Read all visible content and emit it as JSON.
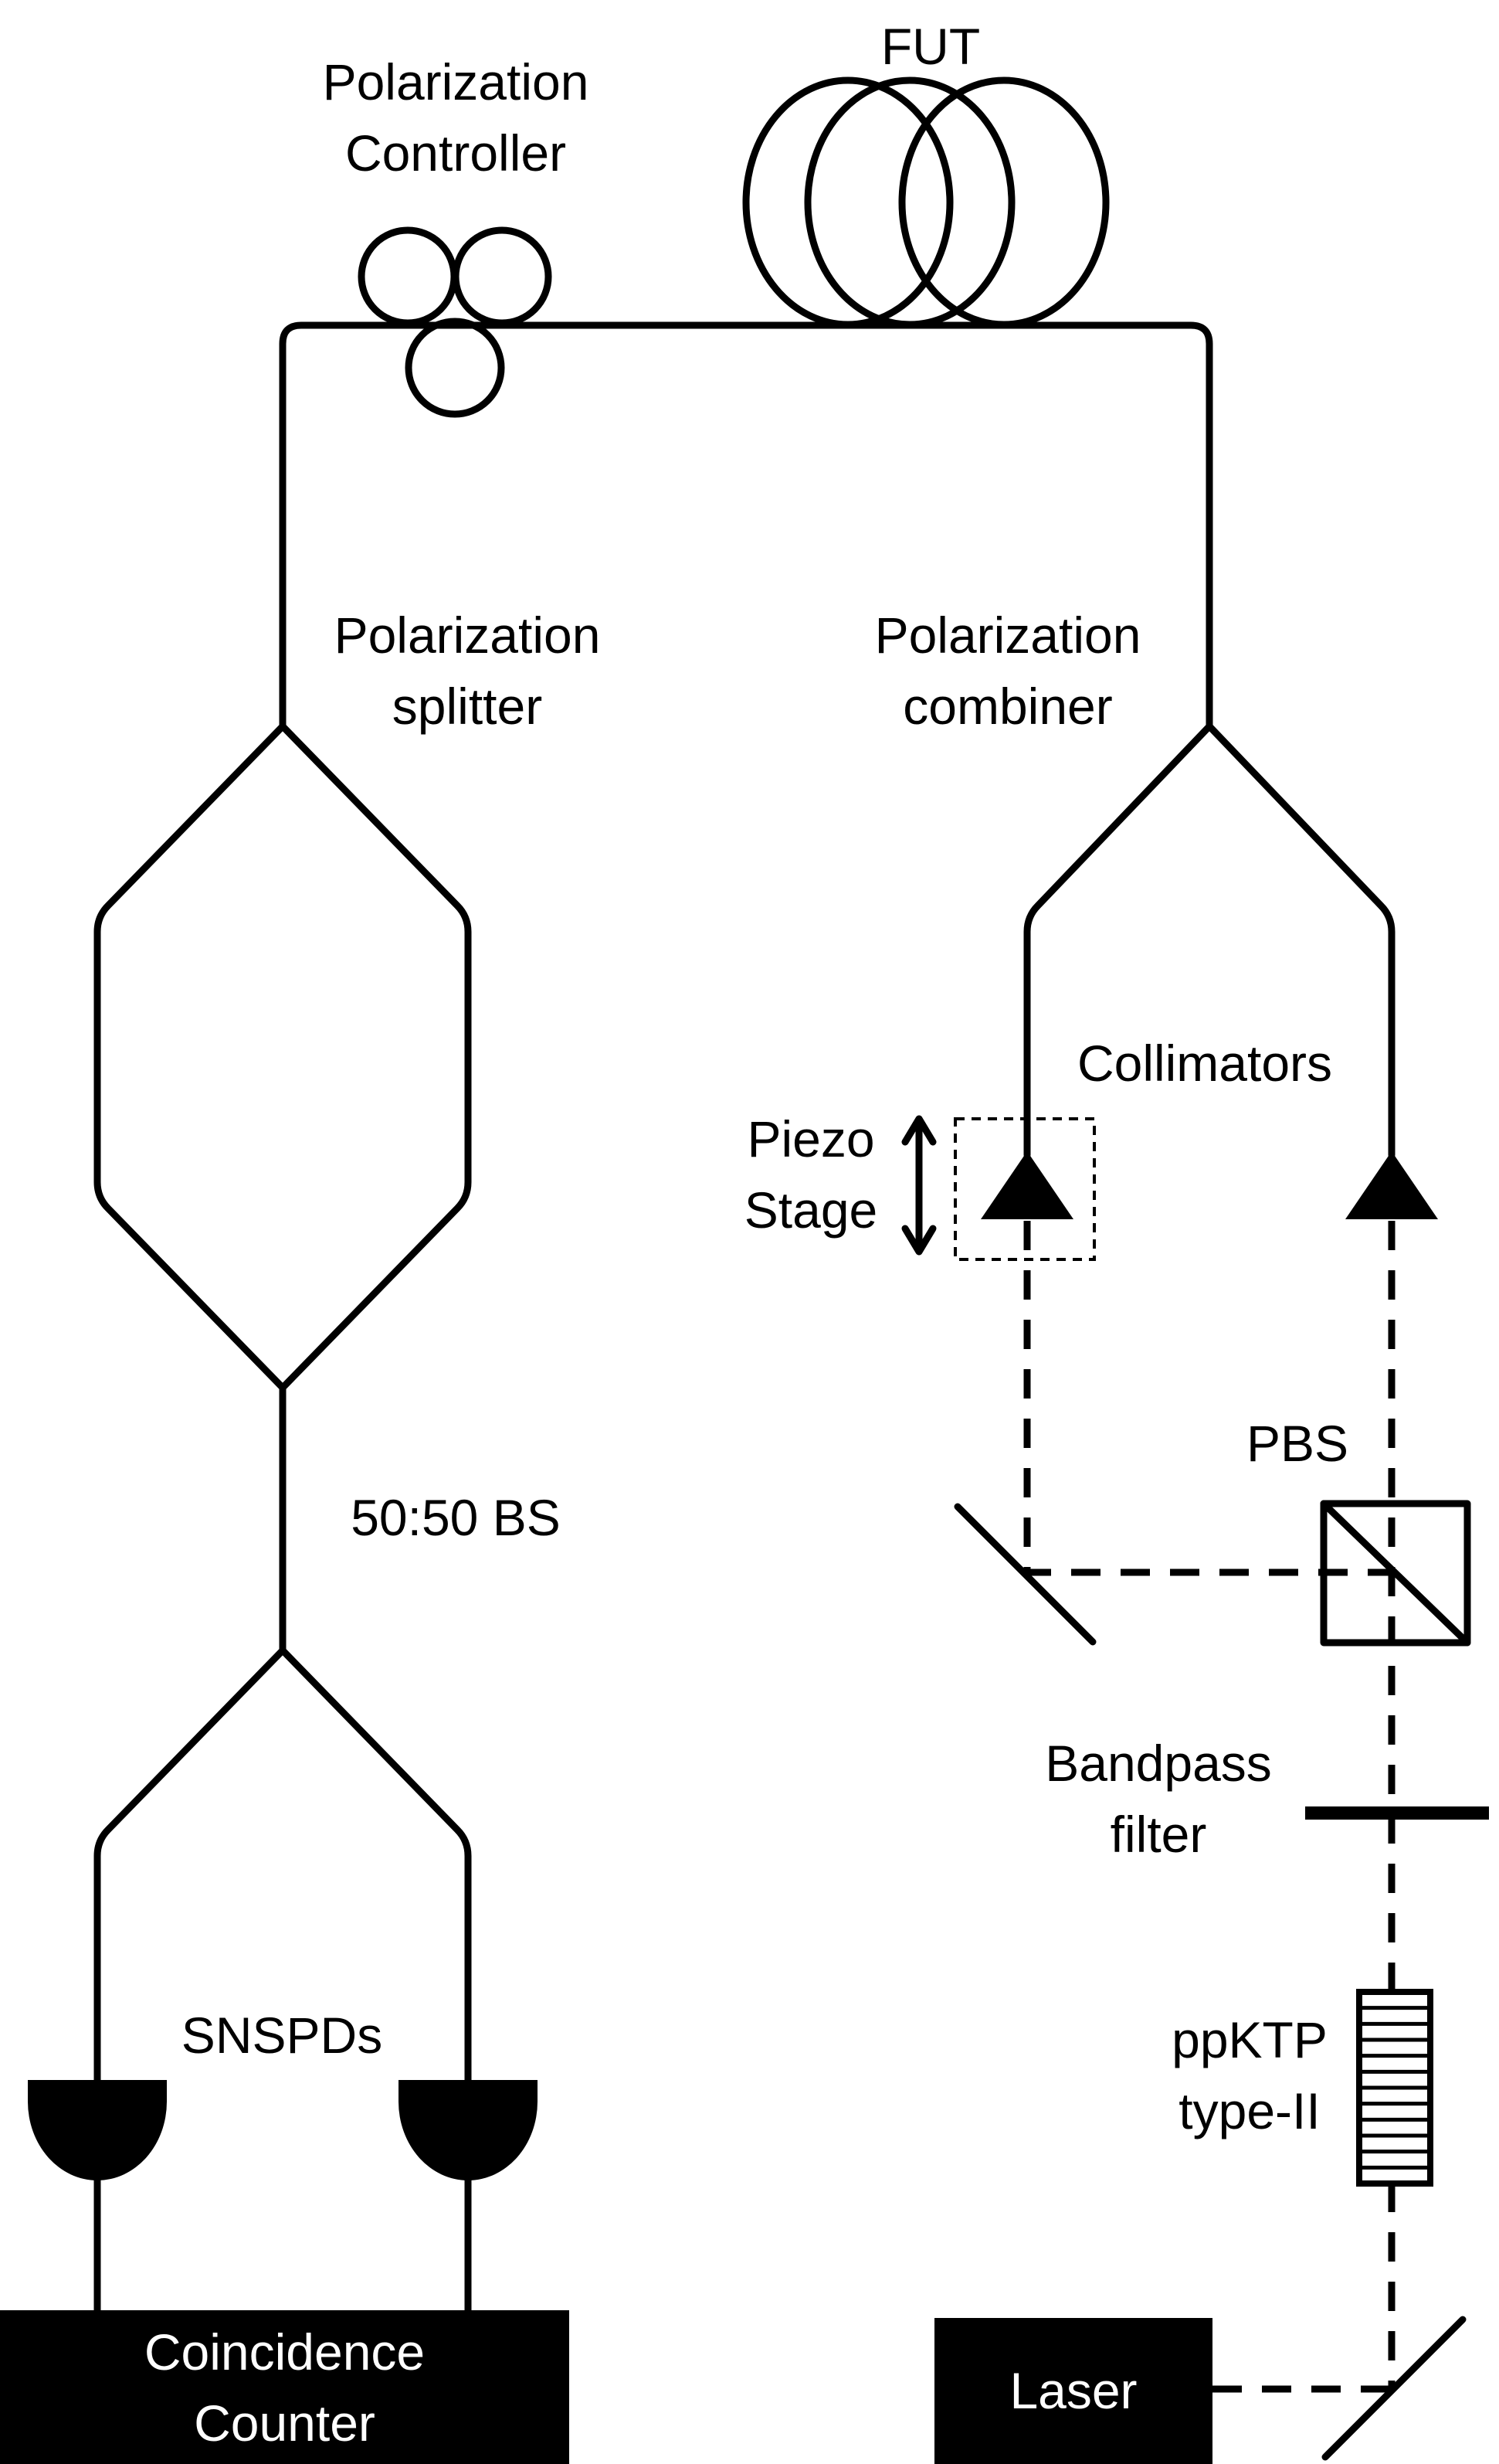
{
  "labels": {
    "polarization_controller": "Polarization\nController",
    "fut": "FUT",
    "polarization_splitter": "Polarization\nsplitter",
    "polarization_combiner": "Polarization\ncombiner",
    "collimators": "Collimators",
    "piezo_stage": "Piezo\nStage",
    "pbs": "PBS",
    "bs_5050": "50:50 BS",
    "bandpass_filter": "Bandpass\nfilter",
    "snspds": "SNSPDs",
    "ppktp": "ppKTP\ntype-II",
    "coincidence_counter": "Coincidence\nCounter",
    "laser": "Laser"
  },
  "colors": {
    "ink": "#000000",
    "background": "#ffffff",
    "box_text": "#ffffff"
  }
}
